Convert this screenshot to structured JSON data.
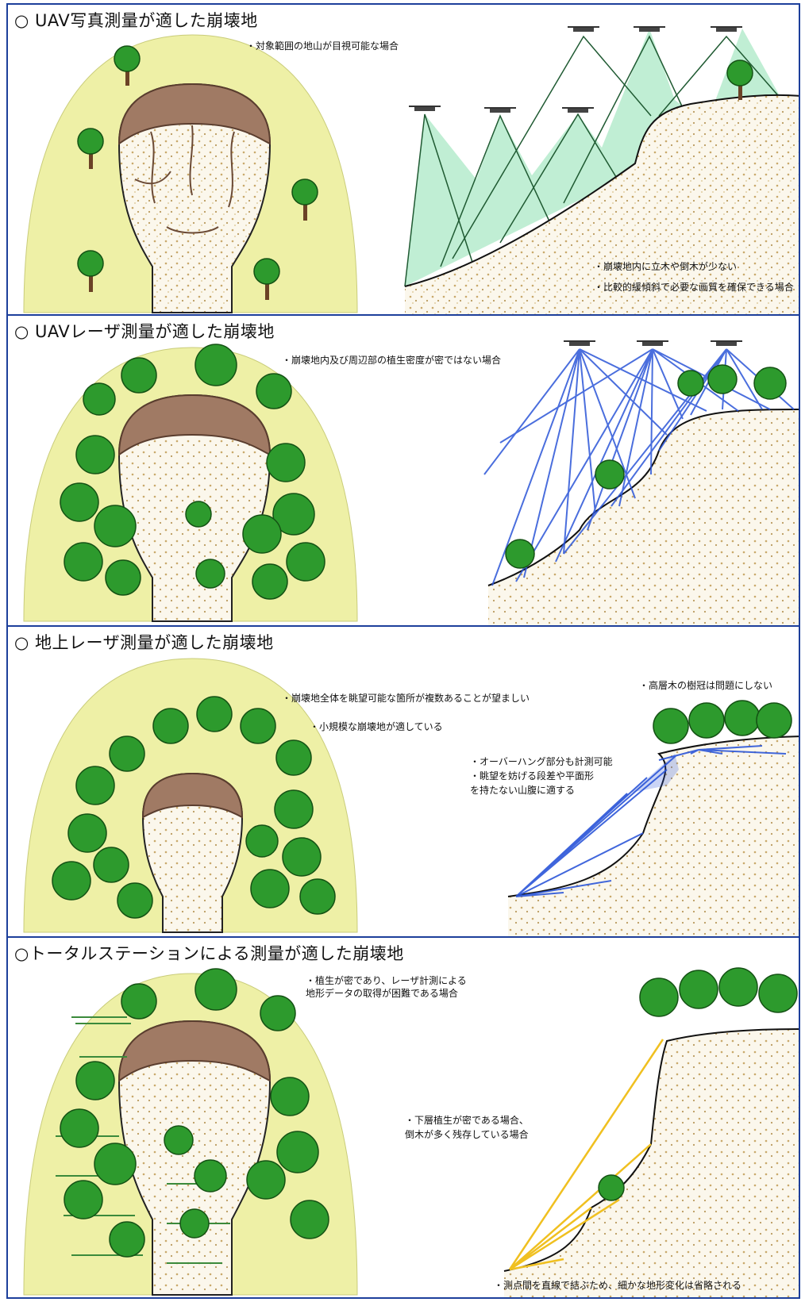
{
  "panels": [
    {
      "title": "○ UAV写真測量が適した崩壊地",
      "notes": [
        "・対象範囲の地山が目視可能な場合",
        "・崩壊地内に立木や倒木が少ない",
        "・比較的緩傾斜で必要な画質を確保できる場合"
      ]
    },
    {
      "title": "○ UAVレーザ測量が適した崩壊地",
      "notes": [
        "・崩壊地内及び周辺部の植生密度が密ではない場合"
      ]
    },
    {
      "title": "○ 地上レーザ測量が適した崩壊地",
      "notes": [
        "・崩壊地全体を眺望可能な箇所が複数あることが望ましい",
        "・小規模な崩壊地が適している",
        "・高層木の樹冠は問題にしない",
        "・オーバーハング部分も計測可能",
        "・眺望を妨げる段差や平面形",
        "を持たない山腹に適する"
      ]
    },
    {
      "title": "○トータルステーションによる測量が適した崩壊地",
      "notes": [
        "・植生が密であり、レーザ計測による",
        "地形データの取得が困難である場合",
        "・下層植生が密である場合、",
        "倒木が多く残存している場合",
        "・測点間を直線で結ぶため、細かな地形変化は省略される"
      ]
    }
  ],
  "colors": {
    "border": "#1d3f9b",
    "hill": "#eef0a6",
    "scar": "#a07a64",
    "debris": "#fbf7ec",
    "tree": "#2d9a2d",
    "uav_cone": "#8de0b0",
    "laser": "#2b55d8",
    "total_station": "#f0c020"
  }
}
